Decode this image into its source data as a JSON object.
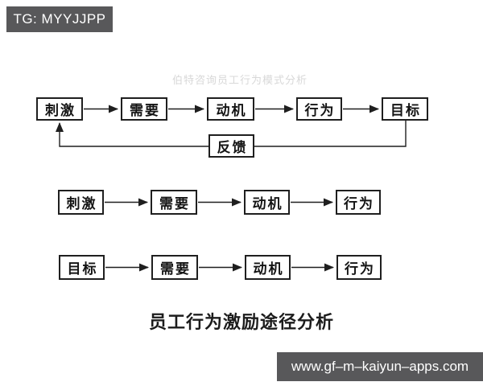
{
  "top_badge": {
    "text": "TG: MYYJJPP"
  },
  "watermark": {
    "text": "伯特咨询员工行为模式分析"
  },
  "caption": {
    "text": "员工行为激励途径分析"
  },
  "bottom_badge": {
    "text": "www.gf–m–kaiyun–apps.com"
  },
  "diagram": {
    "flow1": {
      "nodes": [
        "刺激",
        "需要",
        "动机",
        "行为",
        "目标"
      ],
      "feedback_label": "反馈"
    },
    "flow2": {
      "nodes": [
        "刺激",
        "需要",
        "动机",
        "行为"
      ]
    },
    "flow3": {
      "nodes": [
        "目标",
        "需要",
        "动机",
        "行为"
      ]
    }
  },
  "colors": {
    "badge_bg": "#58585a",
    "line": "#1f1f1f",
    "watermark": "#d8d8d8"
  }
}
